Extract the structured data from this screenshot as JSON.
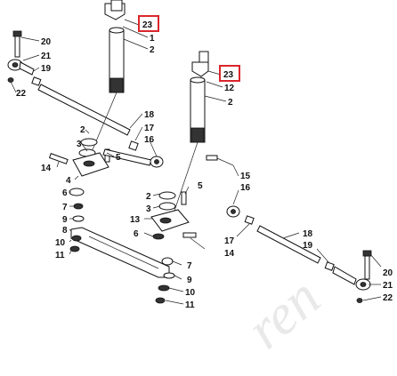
{
  "watermark": "ren",
  "highlight_color": "#d9262b",
  "callouts": {
    "a20": "20",
    "a21": "21",
    "a19": "19",
    "a22": "22",
    "c23a": "23",
    "c1": "1",
    "c2a": "2",
    "c23b": "23",
    "c12": "12",
    "c2b": "2",
    "c18a": "18",
    "c17a": "17",
    "c16a": "16",
    "c2c": "2",
    "c3a": "3",
    "c5a": "5",
    "c14a": "14",
    "c4": "4",
    "c6a": "6",
    "c7a": "7",
    "c9a": "9",
    "c8": "8",
    "c10a": "10",
    "c11a": "11",
    "c15": "15",
    "c16b": "16",
    "c2d": "2",
    "c3b": "3",
    "c5b": "5",
    "c13": "13",
    "c6b": "6",
    "c17b": "17",
    "c14b": "14",
    "c7b": "7",
    "c9b": "9",
    "c10b": "10",
    "c11b": "11",
    "c18b": "18",
    "c19b": "19",
    "c20b": "20",
    "c21b": "21",
    "c22b": "22"
  }
}
